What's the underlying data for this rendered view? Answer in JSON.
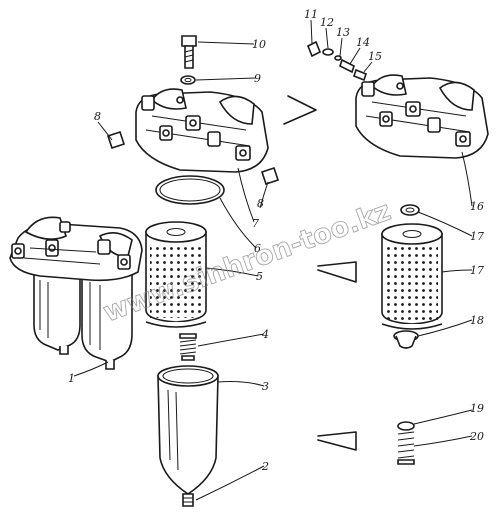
{
  "watermark": "www.sinhron-too.kz",
  "callouts": [
    {
      "id": "1",
      "text": "1"
    },
    {
      "id": "2",
      "text": "2"
    },
    {
      "id": "3",
      "text": "3"
    },
    {
      "id": "4",
      "text": "4"
    },
    {
      "id": "5",
      "text": "5"
    },
    {
      "id": "6",
      "text": "6"
    },
    {
      "id": "7",
      "text": "7"
    },
    {
      "id": "8a",
      "text": "8"
    },
    {
      "id": "8b",
      "text": "8"
    },
    {
      "id": "9",
      "text": "9"
    },
    {
      "id": "10",
      "text": "10"
    },
    {
      "id": "11",
      "text": "11"
    },
    {
      "id": "12",
      "text": "12"
    },
    {
      "id": "13",
      "text": "13"
    },
    {
      "id": "14",
      "text": "14"
    },
    {
      "id": "15",
      "text": "15"
    },
    {
      "id": "16",
      "text": "16"
    },
    {
      "id": "17a",
      "text": "17"
    },
    {
      "id": "17b",
      "text": "17"
    },
    {
      "id": "18",
      "text": "18"
    },
    {
      "id": "19",
      "text": "19"
    },
    {
      "id": "20",
      "text": "20"
    }
  ]
}
